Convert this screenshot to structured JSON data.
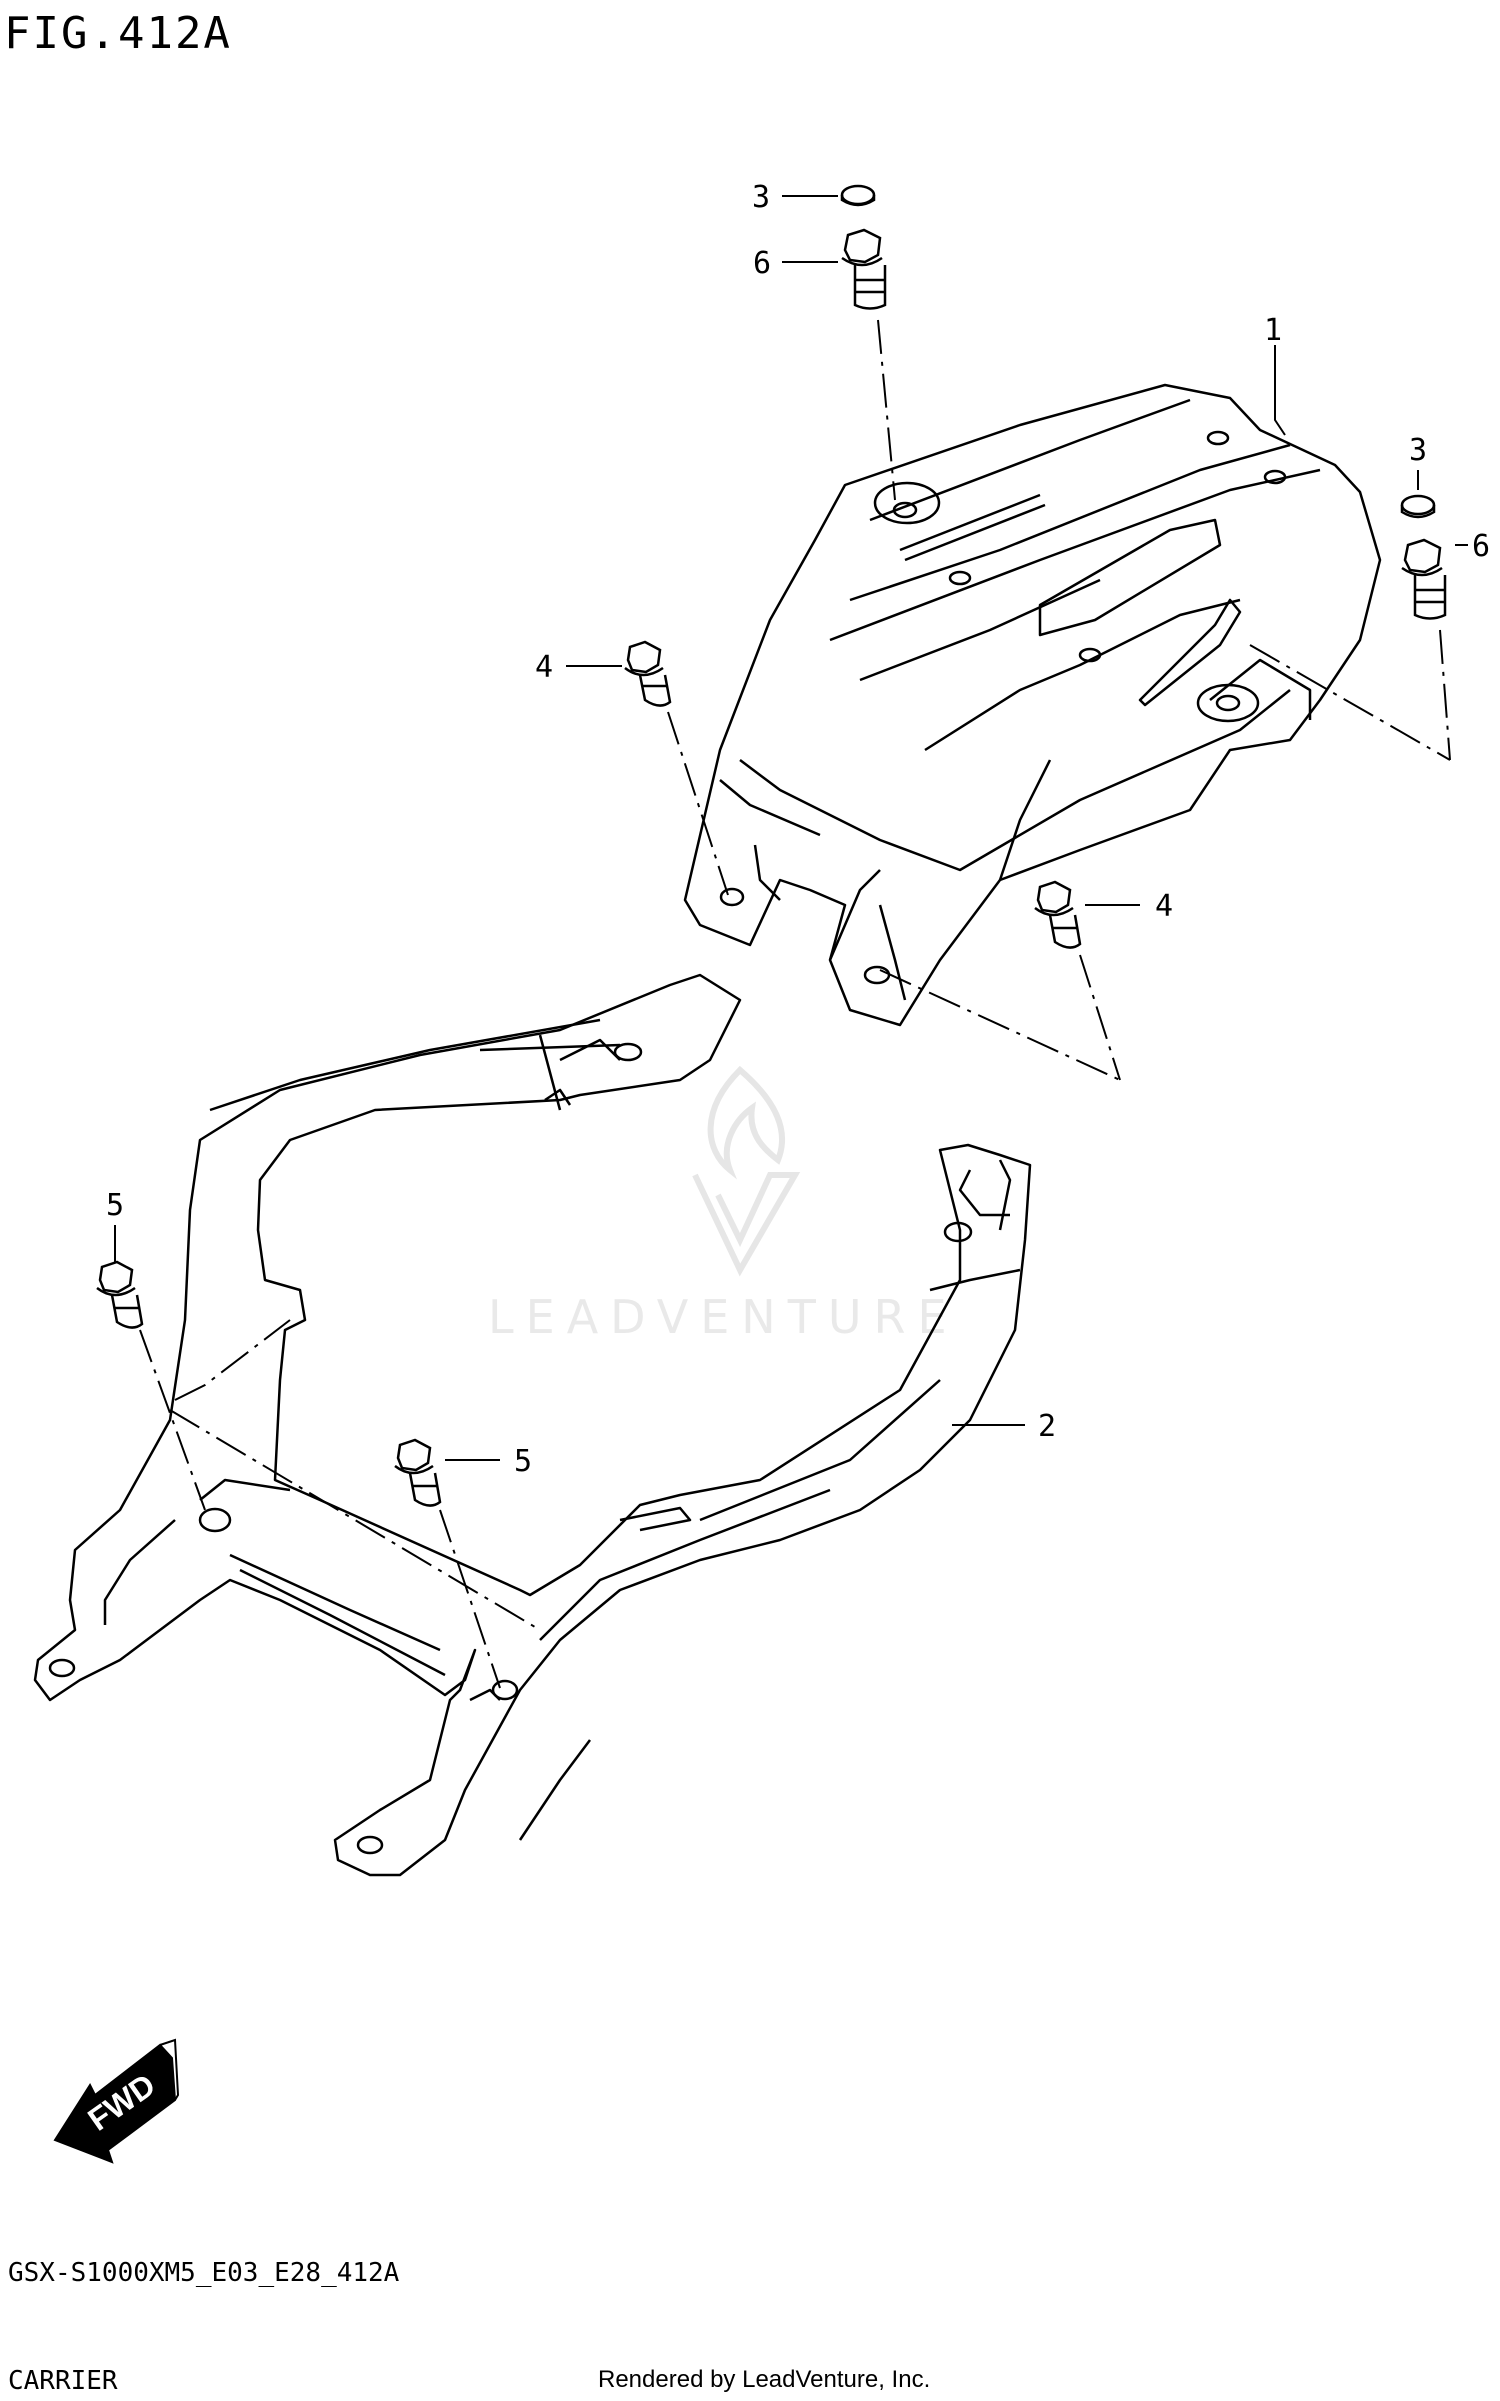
{
  "figure": {
    "title": "FIG.412A",
    "code": "GSX-S1000XM5_E03_E28_412A",
    "name": "CARRIER",
    "credit": "Rendered by LeadVenture, Inc.",
    "watermark": "LEADVENTURE"
  },
  "callouts": {
    "c1": "1",
    "c2": "2",
    "c3a": "3",
    "c3b": "3",
    "c4a": "4",
    "c4b": "4",
    "c5a": "5",
    "c5b": "5",
    "c6a": "6",
    "c6b": "6"
  },
  "direction": {
    "fwd": "FWD"
  },
  "colors": {
    "line": "#000000",
    "background": "#ffffff",
    "watermark": "#e9e9e9"
  }
}
